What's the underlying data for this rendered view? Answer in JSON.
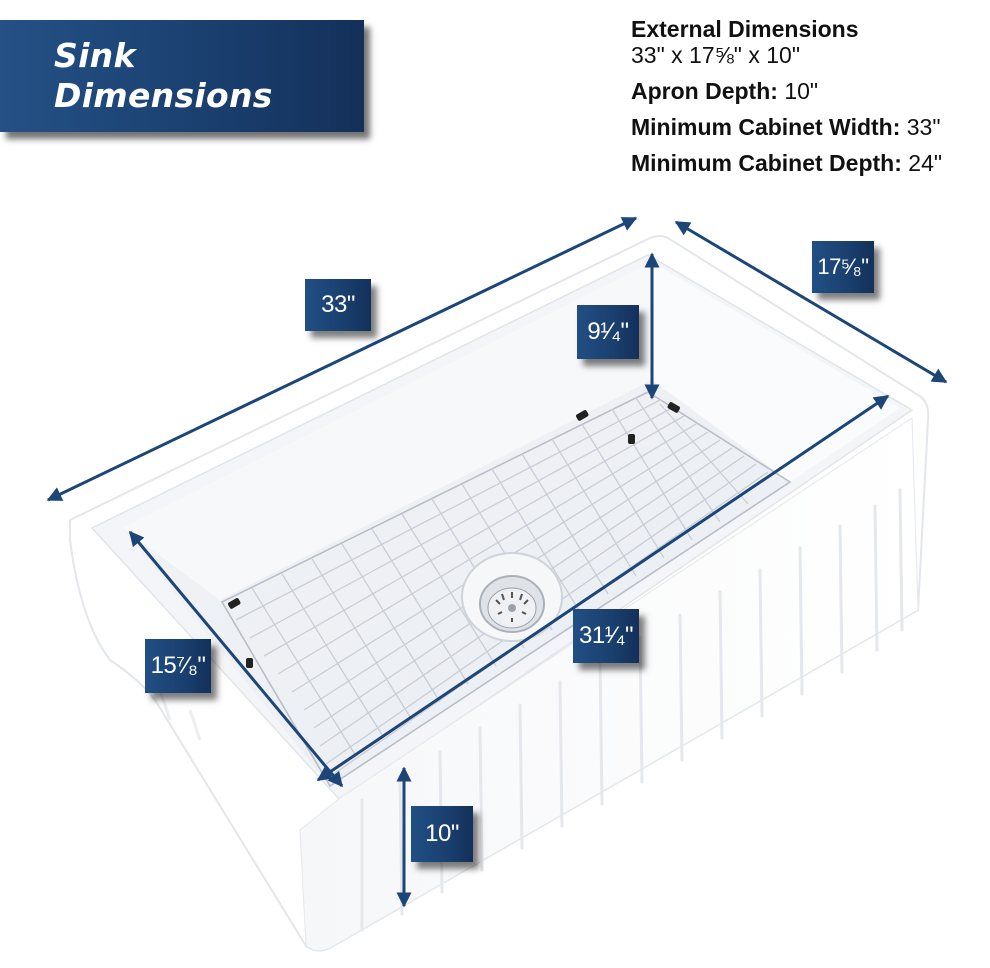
{
  "title": {
    "line1": "Sink",
    "line2": "Dimensions"
  },
  "specs": {
    "external_label": "External Dimensions",
    "external_value": "33\" x 17⅝\" x 10\"",
    "apron_label": "Apron Depth:",
    "apron_value": "10\"",
    "cab_width_label": "Minimum Cabinet Width:",
    "cab_width_value": "33\"",
    "cab_depth_label": "Minimum Cabinet Depth:",
    "cab_depth_value": "24\""
  },
  "dimensions": {
    "length": "33\"",
    "width": "17⁵⁄₈\"",
    "bowl_depth": "9¹⁄₄\"",
    "bowl_length": "31¹⁄₄\"",
    "bowl_width": "15⁷⁄₈\"",
    "apron_height": "10\""
  },
  "colors": {
    "accent": "#1a4070",
    "arrow": "#1c4677",
    "text": "#111111",
    "background": "#ffffff"
  }
}
